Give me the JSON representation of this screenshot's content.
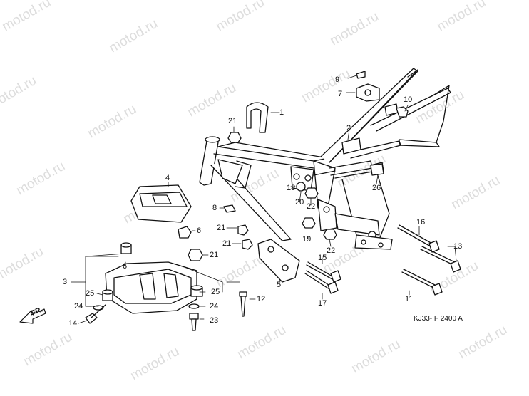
{
  "diagram": {
    "drawing_code": "KJ33- F 2400 A",
    "direction_label": "FR.",
    "watermark": "motod.ru",
    "callouts": {
      "c1": "1",
      "c2": "2",
      "c3": "3",
      "c4": "4",
      "c5": "5",
      "c6a": "6",
      "c6b": "6",
      "c7": "7",
      "c8": "8",
      "c9": "9",
      "c10": "10",
      "c11": "11",
      "c12": "12",
      "c13": "13",
      "c14": "14",
      "c15": "15",
      "c16": "16",
      "c17": "17",
      "c18": "18",
      "c19": "19",
      "c20": "20",
      "c21a": "21",
      "c21b": "21",
      "c21c": "21",
      "c21d": "21",
      "c22a": "22",
      "c22b": "22",
      "c23": "23",
      "c24a": "24",
      "c24b": "24",
      "c25a": "25",
      "c25b": "25",
      "c26": "26"
    }
  }
}
